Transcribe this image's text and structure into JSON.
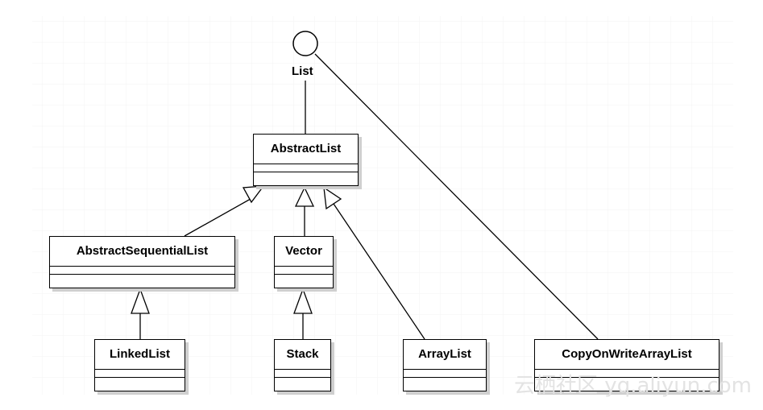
{
  "interface": {
    "name": "List"
  },
  "classes": {
    "abstract_list": "AbstractList",
    "abstract_sequential_list": "AbstractSequentialList",
    "vector": "Vector",
    "linked_list": "LinkedList",
    "stack": "Stack",
    "array_list": "ArrayList",
    "copy_on_write_array_list": "CopyOnWriteArrayList"
  },
  "relations": [
    {
      "from": "AbstractList",
      "to": "List",
      "type": "association"
    },
    {
      "from": "CopyOnWriteArrayList",
      "to": "List",
      "type": "association"
    },
    {
      "from": "AbstractSequentialList",
      "to": "AbstractList",
      "type": "inheritance"
    },
    {
      "from": "Vector",
      "to": "AbstractList",
      "type": "inheritance"
    },
    {
      "from": "ArrayList",
      "to": "AbstractList",
      "type": "inheritance"
    },
    {
      "from": "LinkedList",
      "to": "AbstractSequentialList",
      "type": "inheritance"
    },
    {
      "from": "Stack",
      "to": "Vector",
      "type": "inheritance"
    }
  ],
  "watermark": "云栖社区 yq.aliyun.com"
}
